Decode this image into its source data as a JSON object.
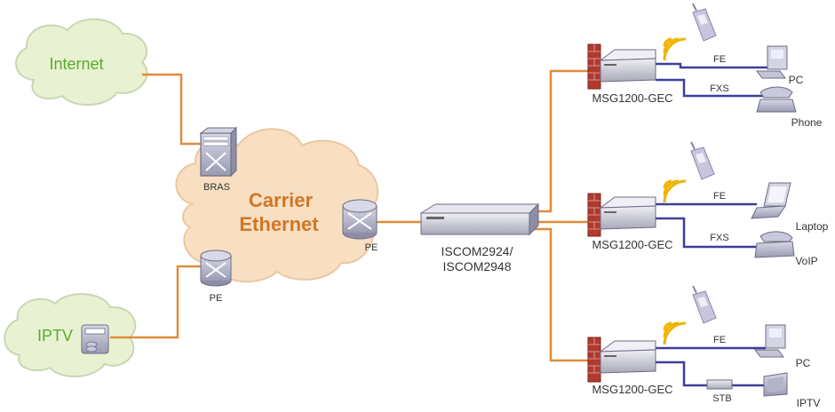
{
  "clouds": {
    "internet": "Internet",
    "iptv": "IPTV",
    "carrier_line1": "Carrier",
    "carrier_line2": "Ethernet"
  },
  "devices": {
    "bras": "BRAS",
    "pe_core": "PE",
    "pe_lower": "PE",
    "switch_line1": "ISCOM2924/",
    "switch_line2": "ISCOM2948",
    "msg_top": "MSG1200-GEC",
    "msg_mid": "MSG1200-GEC",
    "msg_bot": "MSG1200-GEC"
  },
  "links": {
    "top_fe": "FE",
    "top_fxs": "FXS",
    "mid_fe": "FE",
    "mid_fxs": "FXS",
    "bot_fe": "FE",
    "bot_stb": "STB"
  },
  "endpoints": {
    "top_pc": "PC",
    "top_phone": "Phone",
    "mid_laptop": "Laptop",
    "mid_voip": "VoIP",
    "bot_pc": "PC",
    "bot_iptv": "IPTV"
  },
  "colors": {
    "orange_link": "#e08a3c",
    "blue_link": "#3c3f9a",
    "cloud_green": "#e8f2d2",
    "cloud_orange": "#f8dfc2",
    "green_text": "#5aa832",
    "carrier_text": "#d07628",
    "device_gray": "#a9a9bd",
    "firewall_red": "#b03a2e"
  }
}
